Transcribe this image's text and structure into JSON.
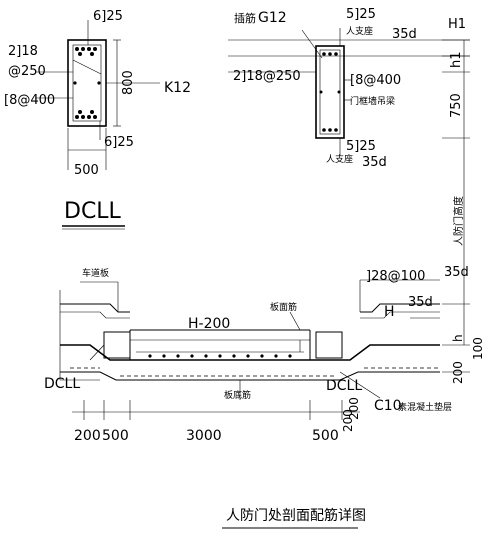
{
  "section_dcll": {
    "label_top": "6]25",
    "label_side_a": "2]18",
    "label_side_b": "@250",
    "label_stirrup": "[8@400",
    "dim_height": "800",
    "label_k": "K12",
    "label_bottom": "6]25",
    "dim_width": "500",
    "title": "DCLL"
  },
  "section_door": {
    "label_g": "G12",
    "label_g_prefix": "插筋",
    "label_top": "5]25",
    "label_anchor": "人支座",
    "label_anchor_len": "35d",
    "label_side": "2]18@250",
    "label_stirrup": "[8@400",
    "label_beam": "门框墙吊梁",
    "label_bottom": "5]25",
    "label_anchor_b": "人支座",
    "label_anchor_len_b": "35d",
    "dim_h1": "H1",
    "dim_h1b": "h1",
    "dim_750": "750",
    "dim_vertical_note": "人防门高度"
  },
  "section_floor": {
    "label_road": "车道板",
    "label_top_bars": "]28@100",
    "label_35d_a": "35d",
    "label_35d_b": "35d",
    "label_h200": "H-200",
    "label_slab_face": "板面筋",
    "label_h": "H",
    "label_h_small": "h",
    "dim_200": "200",
    "dim_100": "100",
    "label_dcll_left": "DCLL",
    "label_dcll_right": "DCLL",
    "label_slab_bottom": "板底筋",
    "label_c10": "C10",
    "label_c10_note": "素混凝土垫层",
    "dim_200_r": "200",
    "dims_bottom": [
      "200",
      "500",
      "3000",
      "500"
    ],
    "dim_200_right": "200"
  },
  "drawing_title": "人防门处剖面配筋详图"
}
